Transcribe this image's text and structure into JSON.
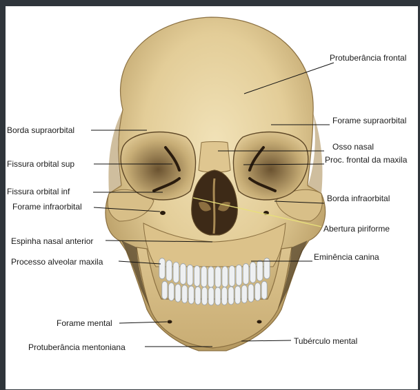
{
  "labels": {
    "protuberancia_frontal": "Protuberância frontal",
    "forame_supraorbital": "Forame supraorbital",
    "osso_nasal": "Osso nasal",
    "proc_frontal_maxila": "Proc. frontal da maxila",
    "borda_infraorbital": "Borda infraorbital",
    "abertura_piriforme": "Abertura piriforme",
    "eminencia_canina": "Eminência canina",
    "tuberculo_mental": "Tubérculo mental",
    "borda_supraorbital": "Borda supraorbital",
    "fissura_orbital_sup": "Fissura orbital sup",
    "fissura_orbital_inf": "Fissura orbital inf",
    "forame_infraorbital": "Forame infraorbital",
    "espinha_nasal_anterior": "Espinha nasal anterior",
    "processo_alveolar_maxila": "Processo alveolar maxila",
    "forame_mental": "Forame mental",
    "protuberancia_mentoniana": "Protuberância mentoniana"
  },
  "colors": {
    "bone": "#e6d3a3",
    "bone_shadow": "#b89c63",
    "bone_dark": "#7a6238",
    "cavity": "#3a2a1a",
    "teeth": "#eef0f2",
    "leader": "#111111",
    "highlight_leader": "#e8e07a",
    "border": "#2f353b"
  }
}
